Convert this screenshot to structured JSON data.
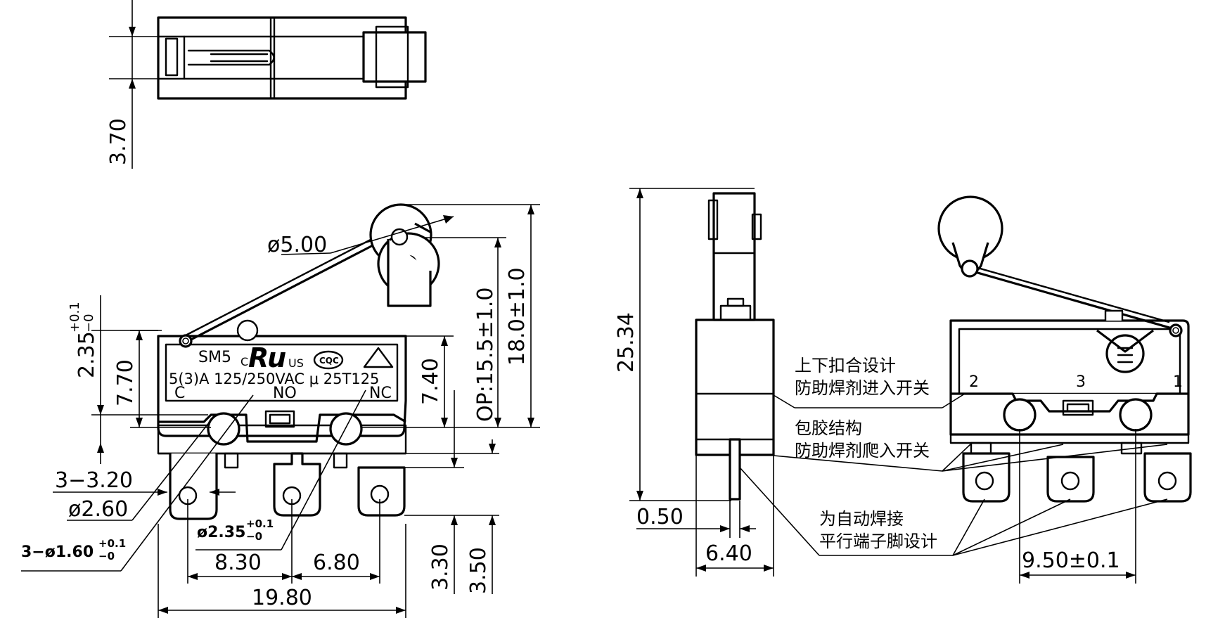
{
  "dimensions": {
    "top_height": "3.70",
    "roller_dia": "ø5.00",
    "lever_pin": "2.35",
    "lever_pin_tol_plus": "+0.1",
    "lever_pin_tol_minus": "−0",
    "height_770": "7.70",
    "height_740": "7.40",
    "op": "OP:15.5±1.0",
    "total_height": "18.0±1.0",
    "term_width": "3−3.20",
    "dia_260": "ø2.60",
    "hole_dia": "3−ø1.60",
    "hole_tol_plus": "+0.1",
    "hole_tol_minus": "−0",
    "mount_dia": "ø2.35",
    "mount_tol_plus": "+0.1",
    "mount_tol_minus": "−0",
    "pitch_830": "8.30",
    "pitch_680": "6.80",
    "total_width": "19.80",
    "term_330": "3.30",
    "term_350": "3.50",
    "side_height": "25.34",
    "side_050": "0.50",
    "side_640": "6.40",
    "right_pitch": "9.50±0.1"
  },
  "body_marking": {
    "model": "SM5",
    "rating": "5(3)A 125/250VAC μ 25T125",
    "c": "C",
    "us": "US",
    "cqc": "CQC",
    "term_c": "C",
    "term_no": "NO",
    "term_nc": "NC"
  },
  "right_view": {
    "term_2": "2",
    "term_3": "3",
    "term_1": "1"
  },
  "notes": {
    "note1_line1": "上下扣合设计",
    "note1_line2": "防助焊剂进入开关",
    "note2_line1": "包胶结构",
    "note2_line2": "防助焊剂爬入开关",
    "note3_line1": "为自动焊接",
    "note3_line2": "平行端子脚设计"
  }
}
